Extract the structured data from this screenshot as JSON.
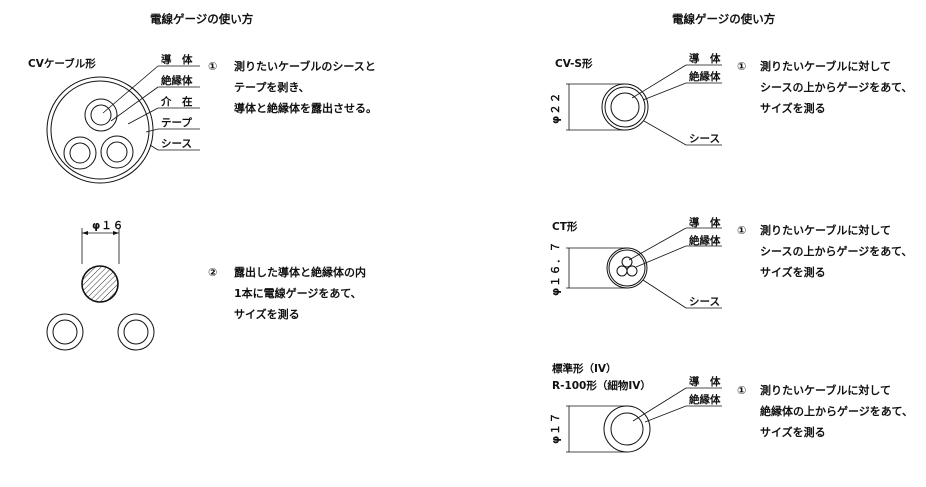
{
  "left": {
    "title": "電線ゲージの使い方",
    "cv": {
      "name": "CVケーブル形",
      "labels": [
        "導　体",
        "絶縁体",
        "介　在",
        "テープ",
        "シース"
      ],
      "step_num": "①",
      "step_lines": [
        "測りたいケーブルのシースと",
        "テープを剥き、",
        "導体と絶縁体を露出させる。"
      ]
    },
    "core": {
      "dim": "φ１６",
      "step_num": "②",
      "step_lines": [
        "露出した導体と絶縁体の内",
        "1本に電線ゲージをあて、",
        "サイズを測る"
      ]
    }
  },
  "right": {
    "title": "電線ゲージの使い方",
    "cvs": {
      "name": "CV-S形",
      "dim": "φ２２",
      "labels": [
        "導　体",
        "絶縁体",
        "シース"
      ],
      "step_num": "①",
      "step_lines": [
        "測りたいケーブルに対して",
        "シースの上からゲージをあて、",
        "サイズを測る"
      ]
    },
    "ct": {
      "name": "CT形",
      "dim": "φ１６．７",
      "labels": [
        "導　体",
        "絶縁体",
        "シース"
      ],
      "step_num": "①",
      "step_lines": [
        "測りたいケーブルに対して",
        "シースの上からゲージをあて、",
        "サイズを測る"
      ]
    },
    "iv": {
      "name": "標準形（IV）",
      "name2": "R-100形（細物IV）",
      "dim": "φ１７",
      "labels": [
        "導　体",
        "絶縁体"
      ],
      "step_num": "①",
      "step_lines": [
        "測りたいケーブルに対して",
        "絶縁体の上からゲージをあて、",
        "サイズを測る"
      ]
    }
  }
}
